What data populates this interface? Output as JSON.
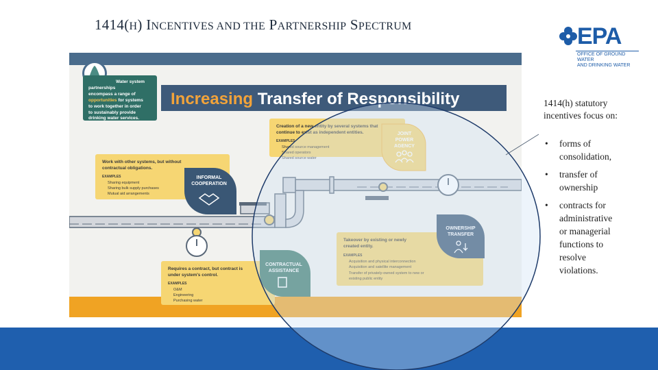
{
  "slide": {
    "title_lead": "1414(",
    "title_h": "h",
    "title_close": ")",
    "title_i": "I",
    "title_mid": "ncentives and the",
    "title_p": "P",
    "title_artnership": "artnership",
    "title_s": "S",
    "title_pectrum": "pectrum"
  },
  "epa": {
    "name": "EPA",
    "office_line1": "Office of Ground Water",
    "office_line2": "and Drinking Water"
  },
  "infographic": {
    "heading": {
      "part1": "Increasing",
      "part2": " Transfer of Responsibility"
    },
    "intro": {
      "line1": "Water system",
      "line2": "partnerships",
      "line3": "encompass a range of",
      "line4_a": "opportunities",
      "line4_b": " for systems",
      "line5": "to work together in order",
      "line6": "to sustainably provide",
      "line7": "drinking water services."
    },
    "informal": {
      "desc1": "Work with other systems, but without",
      "desc2": "contractual obligations.",
      "examples_label": "EXAMPLES",
      "ex1": "Sharing equipment",
      "ex2": "Sharing bulk supply purchases",
      "ex3": "Mutual aid arrangements",
      "title1": "INFORMAL",
      "title2": "COOPERATION"
    },
    "contractual": {
      "desc1": "Requires a contract, but contract is",
      "desc2": "under system's control.",
      "examples_label": "EXAMPLES",
      "ex1": "O&M",
      "ex2": "Engineering",
      "ex3": "Purchasing water",
      "title1": "CONTRACTUAL",
      "title2": "ASSISTANCE"
    },
    "joint": {
      "desc1": "Creation of a new entity by several systems that",
      "desc2": "continue to exist as independent entities.",
      "examples_label": "EXAMPLES",
      "ex1": "Shared source management",
      "ex2": "Shared operators",
      "ex3": "Shared source water",
      "title1": "JOINT",
      "title2": "POWER",
      "title3": "AGENCY"
    },
    "ownership": {
      "desc1": "Takeover by existing or newly",
      "desc2": "created entity.",
      "examples_label": "EXAMPLES",
      "ex1": "Acquisition and physical interconnection",
      "ex2": "Acquisition and satellite management",
      "ex3": "Transfer of privately-owned system to new or",
      "ex3b": "existing public entity",
      "title1": "OWNERSHIP",
      "title2": "TRANSFER"
    }
  },
  "side": {
    "heading_line1": "1414(h) statutory",
    "heading_line2": "incentives focus on:",
    "bullet": "•",
    "items": [
      {
        "l1": "forms of",
        "l2": "consolidation,"
      },
      {
        "l1": "transfer of",
        "l2": "ownership"
      },
      {
        "l1": "contracts for",
        "l2": "administrative",
        "l3": "or managerial",
        "l4": "functions to",
        "l5": "resolve",
        "l6": "violations."
      }
    ]
  },
  "colors": {
    "epa_blue": "#1d5ca8",
    "panel_navy": "#4a6c8c",
    "heading_band": "#3e5a7a",
    "heading_orange": "#f2a33a",
    "intro_green": "#2f6f66",
    "box_yellow": "#f6d673",
    "badge_navy": "#3a5775",
    "badge_green": "#3f7d6c",
    "pipe_gray": "#c9ccd1",
    "orange_band": "#f0a323",
    "bottom_blue": "#1f5fae"
  }
}
